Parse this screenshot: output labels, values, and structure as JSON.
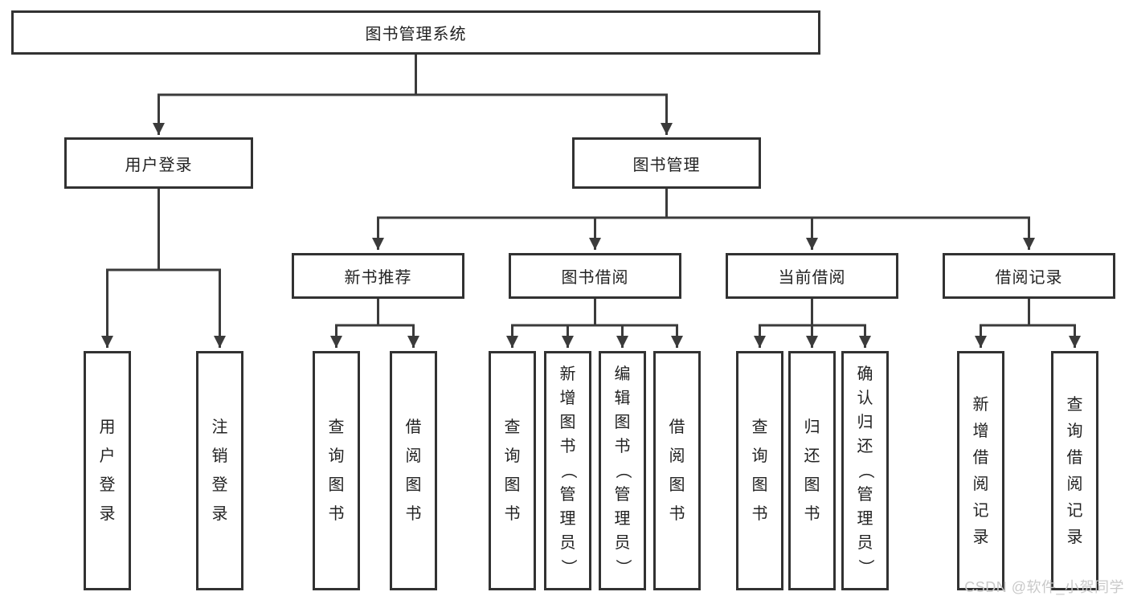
{
  "diagram": {
    "title": "图书管理系统",
    "level2": {
      "user_login": "用户登录",
      "book_management": "图书管理"
    },
    "level3": {
      "new_book": "新书推荐",
      "borrow": "图书借阅",
      "current": "当前借阅",
      "records": "借阅记录"
    },
    "leaves": {
      "user_login": [
        "用户登录",
        "注销登录"
      ],
      "new_book": [
        "查询图书",
        "借阅图书"
      ],
      "borrow": [
        "查询图书",
        "新增图书（管理员）",
        "编辑图书（管理员）",
        "借阅图书"
      ],
      "current": [
        "查询图书",
        "归还图书",
        "确认归还（管理员）"
      ],
      "records": [
        "新增借阅记录",
        "查询借阅记录"
      ]
    }
  },
  "watermark": "CSDN @软件_小贺同学",
  "colors": {
    "line": "#3b3b3b",
    "box_border": "#323232",
    "text": "#222222",
    "watermark": "#c9c9c9",
    "background": "#ffffff"
  }
}
